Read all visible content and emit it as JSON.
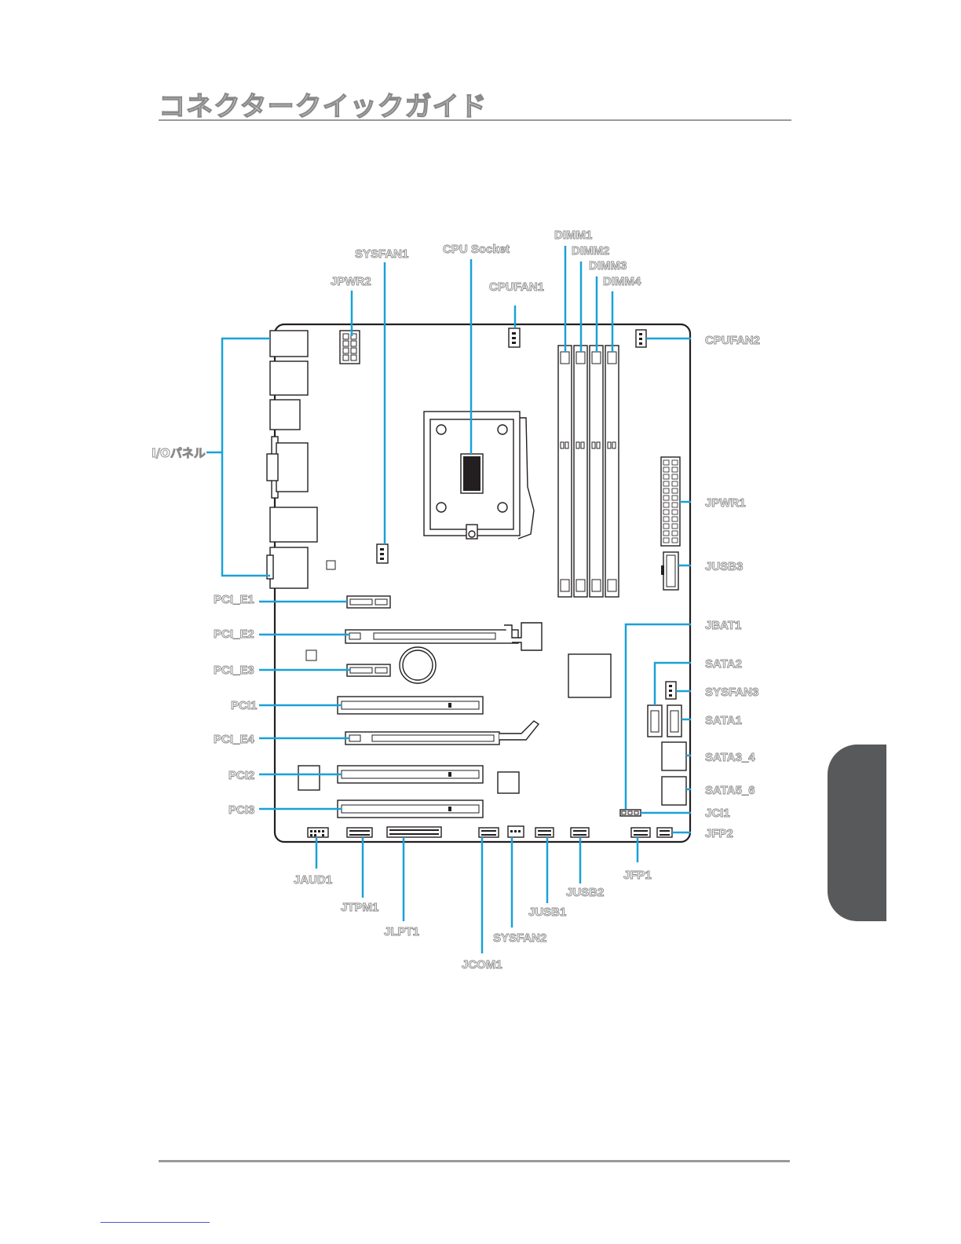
{
  "page": {
    "title": "コネクタークイックガイド"
  },
  "labels": {
    "sysfan1": "SYSFAN1",
    "cpu_socket": "CPU Socket",
    "jpwr2": "JPWR2",
    "cpufan1": "CPUFAN1",
    "dimm1": "DIMM1",
    "dimm2": "DIMM2",
    "dimm3": "DIMM3",
    "dimm4": "DIMM4",
    "cpufan2": "CPUFAN2",
    "io_panel": "I/Oパネル",
    "jpwr1": "JPWR1",
    "jusb3": "JUSB3",
    "jbat1": "JBAT1",
    "sata2": "SATA2",
    "sysfan3": "SYSFAN3",
    "sata1": "SATA1",
    "sata3_4": "SATA3_4",
    "sata5_6": "SATA5_6",
    "jci1": "JCI1",
    "jfp2": "JFP2",
    "pci_e1": "PCI_E1",
    "pci_e2": "PCI_E2",
    "pci_e3": "PCI_E3",
    "pci1": "PCI1",
    "pci_e4": "PCI_E4",
    "pci2": "PCI2",
    "pci3": "PCI3",
    "jaud1": "JAUD1",
    "jtpm1": "JTPM1",
    "jlpt1": "JLPT1",
    "jcom1": "JCOM1",
    "sysfan2": "SYSFAN2",
    "jusb1": "JUSB1",
    "jusb2": "JUSB2",
    "jfp1": "JFP1"
  },
  "colors": {
    "leader_line": "#1ba1d8",
    "board_outline": "#231f20",
    "side_tab": "#58595b",
    "rule": "#9a9a9a"
  }
}
